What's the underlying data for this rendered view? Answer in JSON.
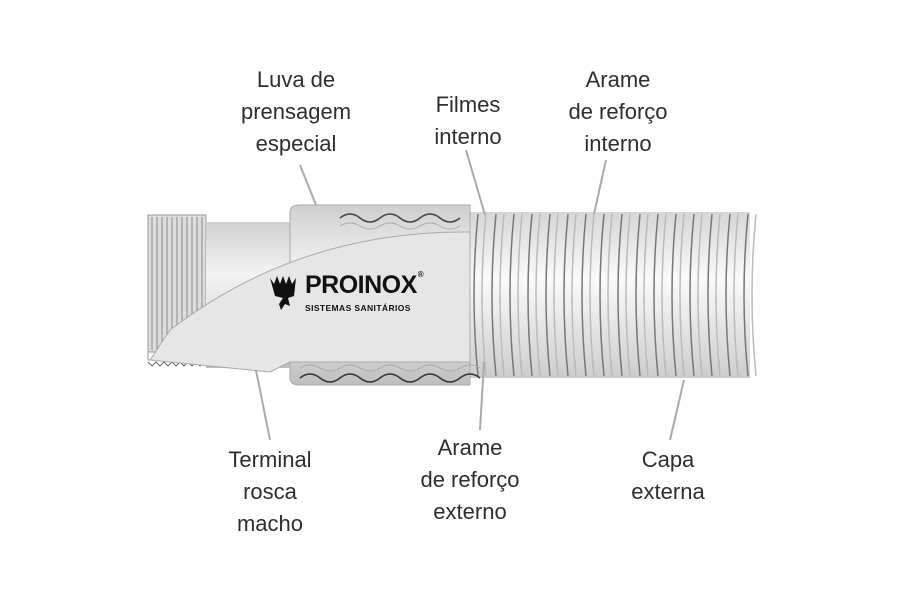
{
  "brand": {
    "name": "PROINOX",
    "registered": "®",
    "tagline": "Sistemas Sanitários"
  },
  "labels": {
    "luva": [
      "Luva de",
      "prensagem",
      "especial"
    ],
    "filmes": [
      "Filmes",
      "interno"
    ],
    "arame_interno": [
      "Arame",
      "de reforço",
      "interno"
    ],
    "terminal": [
      "Terminal",
      "rosca",
      "macho"
    ],
    "arame_externo": [
      "Arame",
      "de reforço",
      "externo"
    ],
    "capa": [
      "Capa",
      "externa"
    ]
  }
}
